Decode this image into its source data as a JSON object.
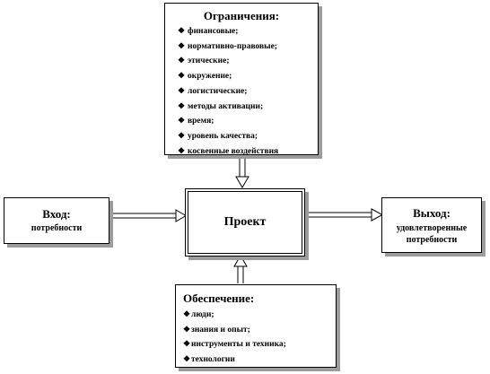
{
  "constraints": {
    "title": "Ограничения:",
    "items": [
      "финансовые;",
      "нормативно-правовые;",
      "этические;",
      "окружение;",
      "логистические;",
      "методы активации;",
      "время;",
      "уровень качества;",
      "косвенные воздействия"
    ]
  },
  "input": {
    "title": "Вход:",
    "text": "потребности"
  },
  "project": {
    "title": "Проект"
  },
  "output": {
    "title": "Выход:",
    "text": "удовлетворенные потребности"
  },
  "support": {
    "title": "Обеспечение:",
    "items": [
      "люди;",
      "знания и опыт;",
      "инструменты и техника;",
      "технологии"
    ]
  },
  "bullet_glyph": "❖"
}
